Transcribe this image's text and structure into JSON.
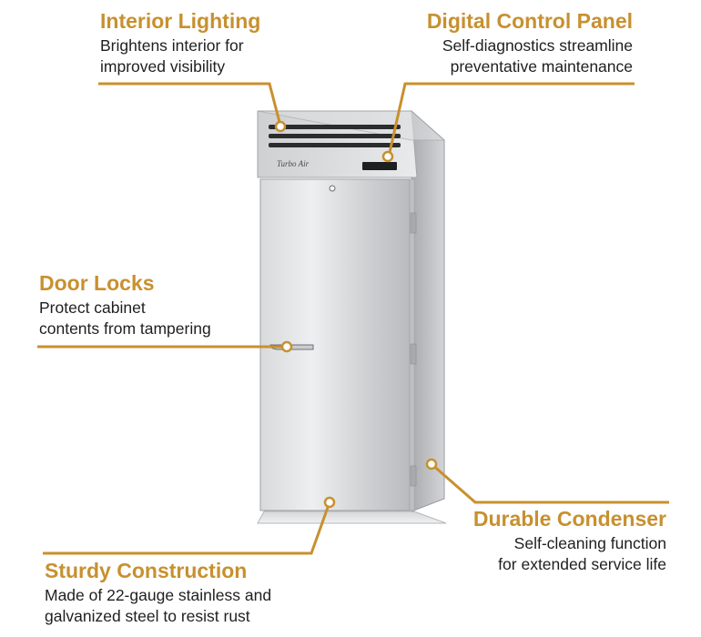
{
  "colors": {
    "accent": "#C8902F",
    "text": "#1f1f1f",
    "steel_light": "#e6e7e9",
    "steel_mid": "#c4c6c9",
    "steel_dark": "#8e9094"
  },
  "product": {
    "brand_logo": "Turbo Air"
  },
  "callouts": {
    "interior_lighting": {
      "title": "Interior Lighting",
      "desc_line1": "Brightens interior for",
      "desc_line2": "improved visibility"
    },
    "digital_control_panel": {
      "title": "Digital Control Panel",
      "desc_line1": "Self-diagnostics streamline",
      "desc_line2": "preventative maintenance"
    },
    "door_locks": {
      "title": "Door Locks",
      "desc_line1": "Protect cabinet",
      "desc_line2": "contents from tampering"
    },
    "durable_condenser": {
      "title": "Durable Condenser",
      "desc_line1": "Self-cleaning function",
      "desc_line2": "for extended service life"
    },
    "sturdy_construction": {
      "title": "Sturdy Construction",
      "desc_line1": "Made of 22-gauge stainless and",
      "desc_line2": "galvanized steel to resist rust"
    }
  }
}
